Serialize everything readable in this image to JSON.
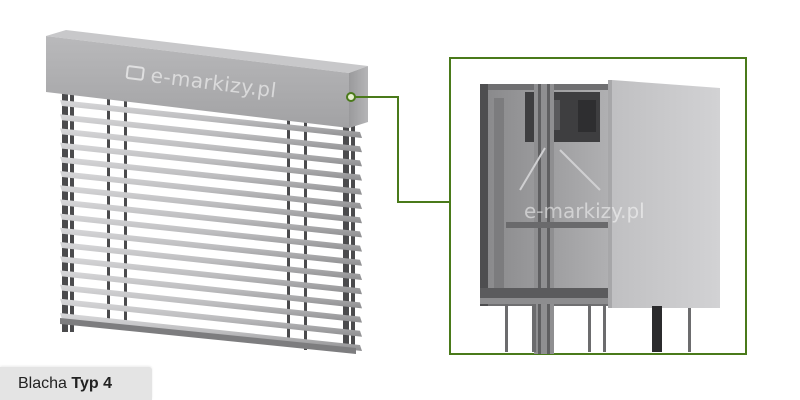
{
  "watermark": "e-markizy.pl",
  "watermark_detail": "e-markizy.pl",
  "caption": {
    "prefix": "Blacha",
    "type": "Typ 4"
  },
  "colors": {
    "callout": "#4a7a1a",
    "metal": "#a3a3a5",
    "frame": "#4a4a4c"
  },
  "icons": [
    "logo-icon"
  ]
}
